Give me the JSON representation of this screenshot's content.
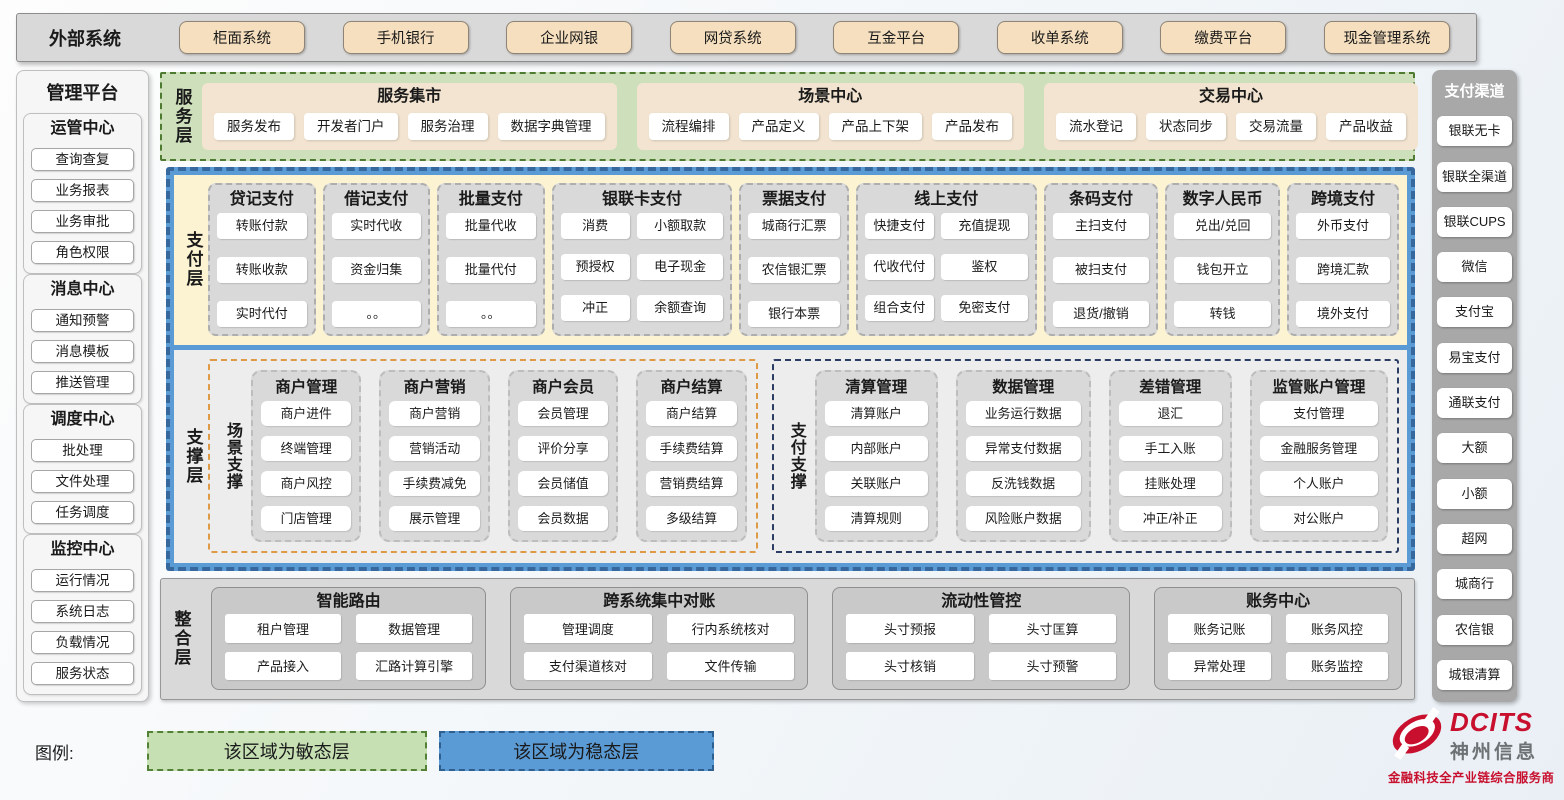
{
  "external": {
    "title": "外部系统",
    "items": [
      "柜面系统",
      "手机银行",
      "企业网银",
      "网贷系统",
      "互金平台",
      "收单系统",
      "缴费平台",
      "现金管理系统"
    ]
  },
  "management": {
    "title": "管理平台",
    "groups": [
      {
        "title": "运管中心",
        "items": [
          "查询查复",
          "业务报表",
          "业务审批",
          "角色权限"
        ]
      },
      {
        "title": "消息中心",
        "items": [
          "通知预警",
          "消息模板",
          "推送管理"
        ]
      },
      {
        "title": "调度中心",
        "items": [
          "批处理",
          "文件处理",
          "任务调度"
        ]
      },
      {
        "title": "监控中心",
        "items": [
          "运行情况",
          "系统日志",
          "负载情况",
          "服务状态"
        ]
      }
    ]
  },
  "channels": {
    "title": "支付渠道",
    "items": [
      "银联无卡",
      "银联全渠道",
      "银联CUPS",
      "微信",
      "支付宝",
      "易宝支付",
      "通联支付",
      "大额",
      "小额",
      "超网",
      "城商行",
      "农信银",
      "城银清算"
    ]
  },
  "service_layer": {
    "label": "服务层",
    "groups": [
      {
        "title": "服务集市",
        "items": [
          "服务发布",
          "开发者门户",
          "服务治理",
          "数据字典管理"
        ]
      },
      {
        "title": "场景中心",
        "items": [
          "流程编排",
          "产品定义",
          "产品上下架",
          "产品发布"
        ]
      },
      {
        "title": "交易中心",
        "items": [
          "流水登记",
          "状态同步",
          "交易流量",
          "产品收益"
        ]
      }
    ]
  },
  "payment_layer": {
    "label": "支付层",
    "columns": [
      {
        "title": "贷记支付",
        "items": [
          "转账付款",
          "转账收款",
          "实时代付"
        ]
      },
      {
        "title": "借记支付",
        "items": [
          "实时代收",
          "资金归集",
          "。。"
        ]
      },
      {
        "title": "批量支付",
        "items": [
          "批量代收",
          "批量代付",
          "。。"
        ]
      },
      {
        "title": "银联卡支付",
        "items": [
          "消费",
          "小额取款",
          "预授权",
          "电子现金",
          "冲正",
          "余额查询"
        ]
      },
      {
        "title": "票据支付",
        "items": [
          "城商行汇票",
          "农信银汇票",
          "银行本票"
        ]
      },
      {
        "title": "线上支付",
        "items": [
          "快捷支付",
          "充值提现",
          "代收代付",
          "鉴权",
          "组合支付",
          "免密支付"
        ]
      },
      {
        "title": "条码支付",
        "items": [
          "主扫支付",
          "被扫支付",
          "退货/撤销"
        ]
      },
      {
        "title": "数字人民币",
        "items": [
          "兑出/兑回",
          "钱包开立",
          "转钱"
        ]
      },
      {
        "title": "跨境支付",
        "items": [
          "外币支付",
          "跨境汇款",
          "境外支付"
        ]
      }
    ]
  },
  "support_layer": {
    "label": "支撑层",
    "sections": [
      {
        "label": "场景支撑",
        "columns": [
          {
            "title": "商户管理",
            "items": [
              "商户进件",
              "终端管理",
              "商户风控",
              "门店管理"
            ]
          },
          {
            "title": "商户营销",
            "items": [
              "商户营销",
              "营销活动",
              "手续费减免",
              "展示管理"
            ]
          },
          {
            "title": "商户会员",
            "items": [
              "会员管理",
              "评价分享",
              "会员储值",
              "会员数据"
            ]
          },
          {
            "title": "商户结算",
            "items": [
              "商户结算",
              "手续费结算",
              "营销费结算",
              "多级结算"
            ]
          }
        ]
      },
      {
        "label": "支付支撑",
        "columns": [
          {
            "title": "清算管理",
            "items": [
              "清算账户",
              "内部账户",
              "关联账户",
              "清算规则"
            ]
          },
          {
            "title": "数据管理",
            "items": [
              "业务运行数据",
              "异常支付数据",
              "反洗钱数据",
              "风险账户数据"
            ]
          },
          {
            "title": "差错管理",
            "items": [
              "退汇",
              "手工入账",
              "挂账处理",
              "冲正/补正"
            ]
          },
          {
            "title": "监管账户管理",
            "items": [
              "支付管理",
              "金融服务管理",
              "个人账户",
              "对公账户"
            ]
          }
        ]
      }
    ]
  },
  "integration_layer": {
    "label": "整合层",
    "groups": [
      {
        "title": "智能路由",
        "items": [
          "租户管理",
          "数据管理",
          "产品接入",
          "汇路计算引擎"
        ]
      },
      {
        "title": "跨系统集中对账",
        "items": [
          "管理调度",
          "行内系统核对",
          "支付渠道核对",
          "文件传输"
        ]
      },
      {
        "title": "流动性管控",
        "items": [
          "头寸预报",
          "头寸匡算",
          "头寸核销",
          "头寸预警"
        ]
      },
      {
        "title": "账务中心",
        "items": [
          "账务记账",
          "账务风控",
          "异常处理",
          "账务监控"
        ]
      }
    ]
  },
  "legend": {
    "label": "图例:",
    "agile": "该区域为敏态层",
    "stable": "该区域为稳态层"
  },
  "logo": {
    "brand": "DCITS",
    "name": "神州信息",
    "tagline": "金融科技全产业链综合服务商"
  },
  "colors": {
    "agile_green_bg": "#cde0bb",
    "agile_green_border": "#4f7a32",
    "stable_blue": "#5b9bd5",
    "stable_blue_border": "#36689e",
    "payment_cream": "#fcf3d3",
    "support_gray": "#ededed",
    "box_gray": "#d9d9d9",
    "tan_button": "#f5dfbe",
    "scene_orange_border": "#df9a45",
    "pay_navy_border": "#2b3d63",
    "brand_red": "#c8102e"
  }
}
